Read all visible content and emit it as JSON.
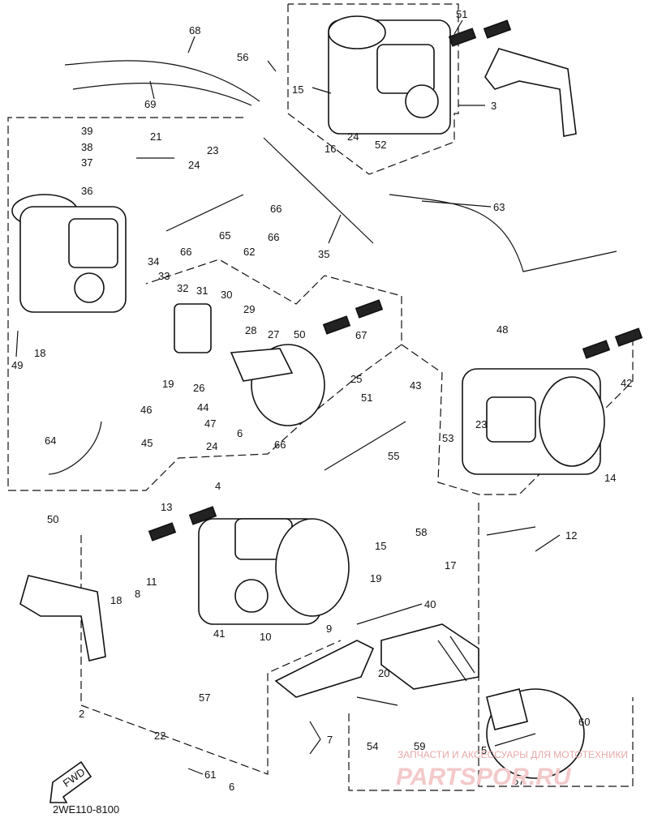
{
  "diagram_code": "2WE110-8100",
  "fwd_label": "FWD",
  "watermark_line1": "ЗАПЧАСТИ И АКСЕССУАРЫ ДЛЯ МОТОТЕХНИКИ",
  "watermark_line2": "PARTSPOR.RU",
  "callouts": [
    "51",
    "68",
    "56",
    "15",
    "3",
    "69",
    "16",
    "24",
    "52",
    "39",
    "38",
    "21",
    "23",
    "37",
    "24",
    "36",
    "63",
    "66",
    "65",
    "66",
    "66",
    "62",
    "35",
    "34",
    "33",
    "32",
    "31",
    "30",
    "29",
    "28",
    "27",
    "50",
    "67",
    "48",
    "49",
    "18",
    "19",
    "26",
    "25",
    "51",
    "42",
    "46",
    "44",
    "47",
    "6",
    "66",
    "43",
    "45",
    "24",
    "23",
    "53",
    "64",
    "55",
    "14",
    "4",
    "50",
    "13",
    "58",
    "12",
    "15",
    "17",
    "11",
    "19",
    "18",
    "8",
    "40",
    "41",
    "10",
    "9",
    "20",
    "57",
    "2",
    "22",
    "54",
    "59",
    "7",
    "5",
    "60",
    "61",
    "6",
    "57"
  ]
}
